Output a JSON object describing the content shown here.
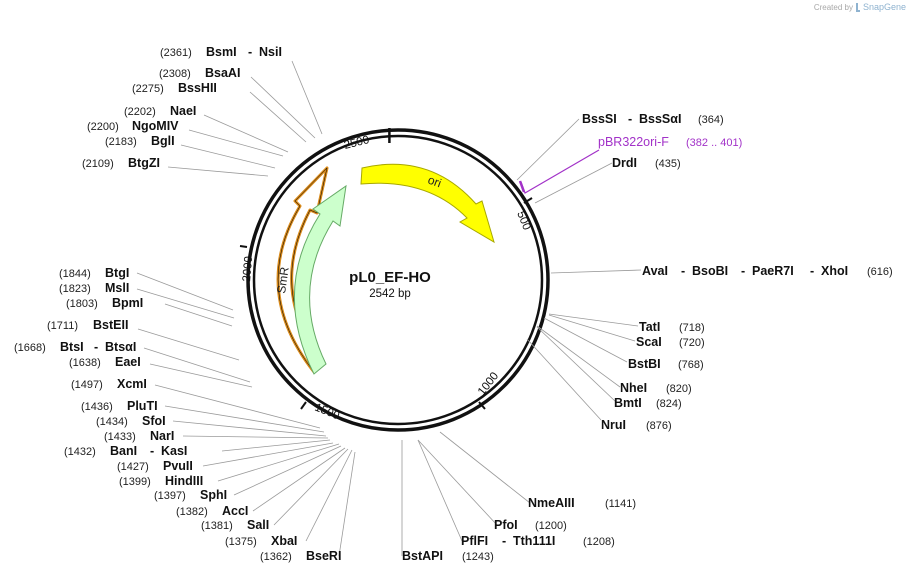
{
  "credit": {
    "prefix": "Created by",
    "brand": "SnapGene"
  },
  "plasmid": {
    "name": "pL0_EF-HO",
    "length_label": "2542 bp",
    "length": 2542
  },
  "ticks": [
    "500",
    "1000",
    "1500",
    "2000",
    "2500"
  ],
  "features": [
    {
      "label": "ori",
      "color": "#ffff00",
      "stroke": "#b5b500"
    },
    {
      "label": "SmR",
      "color": "#ccffcc",
      "stroke": "#7fbf7f",
      "outline": "#d98a1a"
    }
  ],
  "primer": {
    "name": "pBR322ori-F",
    "range": "(382 .. 401)",
    "color": "#a232c8"
  },
  "enzymes": [
    {
      "name": "BsmI",
      "name2": "NsiI",
      "pos": "(2361)"
    },
    {
      "name": "BsaAI",
      "pos": "(2308)"
    },
    {
      "name": "BssHII",
      "pos": "(2275)"
    },
    {
      "name": "NaeI",
      "pos": "(2202)"
    },
    {
      "name": "NgoMIV",
      "pos": "(2200)"
    },
    {
      "name": "BglI",
      "pos": "(2183)"
    },
    {
      "name": "BtgZI",
      "pos": "(2109)"
    },
    {
      "name": "BtgI",
      "pos": "(1844)"
    },
    {
      "name": "MslI",
      "pos": "(1823)"
    },
    {
      "name": "BpmI",
      "pos": "(1803)"
    },
    {
      "name": "BstEII",
      "pos": "(1711)"
    },
    {
      "name": "BtsI",
      "name2": "BtsαI",
      "pos": "(1668)"
    },
    {
      "name": "EaeI",
      "pos": "(1638)"
    },
    {
      "name": "XcmI",
      "pos": "(1497)"
    },
    {
      "name": "PluTI",
      "pos": "(1436)"
    },
    {
      "name": "SfoI",
      "pos": "(1434)"
    },
    {
      "name": "NarI",
      "pos": "(1433)"
    },
    {
      "name": "BanI",
      "name2": "KasI",
      "pos": "(1432)"
    },
    {
      "name": "PvuII",
      "pos": "(1427)"
    },
    {
      "name": "HindIII",
      "pos": "(1399)"
    },
    {
      "name": "SphI",
      "pos": "(1397)"
    },
    {
      "name": "AccI",
      "pos": "(1382)"
    },
    {
      "name": "SalI",
      "pos": "(1381)"
    },
    {
      "name": "XbaI",
      "pos": "(1375)"
    },
    {
      "name": "BseRI",
      "pos": "(1362)"
    },
    {
      "name": "BstAPI",
      "pos": "(1243)"
    },
    {
      "name": "PflFI",
      "name2": "Tth111I",
      "pos": "(1208)"
    },
    {
      "name": "PfoI",
      "pos": "(1200)"
    },
    {
      "name": "NmeAIII",
      "pos": "(1141)"
    },
    {
      "name": "NruI",
      "pos": "(876)"
    },
    {
      "name": "BmtI",
      "pos": "(824)"
    },
    {
      "name": "NheI",
      "pos": "(820)"
    },
    {
      "name": "BstBI",
      "pos": "(768)"
    },
    {
      "name": "ScaI",
      "pos": "(720)"
    },
    {
      "name": "TatI",
      "pos": "(718)"
    },
    {
      "name": "AvaI",
      "name2": "BsoBI",
      "name3": "PaeR7I",
      "name4": "XhoI",
      "pos": "(616)"
    },
    {
      "name": "DrdI",
      "pos": "(435)"
    },
    {
      "name": "BssSI",
      "name2": "BssSαI",
      "pos": "(364)"
    }
  ]
}
